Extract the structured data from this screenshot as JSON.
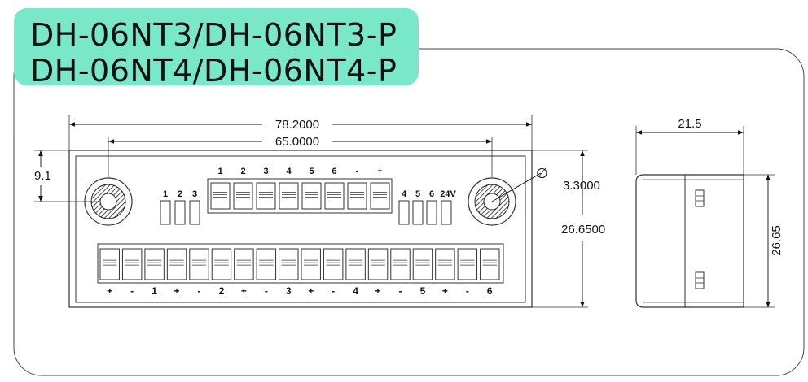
{
  "title": {
    "line1": "DH-06NT3/DH-06NT3-P",
    "line2": "DH-06NT4/DH-06NT4-P"
  },
  "colors": {
    "badge": "#78e8c8",
    "outline": "#333333",
    "background": "#ffffff"
  },
  "front_view": {
    "dimensions": {
      "overall_width": "78.2000",
      "hole_spacing": "65.0000",
      "hole_offset": "9.1",
      "hole_diameter_symbol": "∅",
      "hole_diameter": "3.3000",
      "height": "26.6500"
    },
    "led_labels_left": [
      "1",
      "2",
      "3"
    ],
    "led_labels_right": [
      "4",
      "5",
      "6",
      "24V"
    ],
    "top_terminal_labels": [
      "1",
      "2",
      "3",
      "4",
      "5",
      "6",
      "-",
      "+"
    ],
    "bottom_terminal_labels": [
      "+",
      "-",
      "1",
      "+",
      "-",
      "2",
      "+",
      "-",
      "3",
      "+",
      "-",
      "4",
      "+",
      "-",
      "5",
      "+",
      "-",
      "6"
    ]
  },
  "side_view": {
    "dimensions": {
      "depth": "21.5",
      "height": "26.65"
    }
  }
}
